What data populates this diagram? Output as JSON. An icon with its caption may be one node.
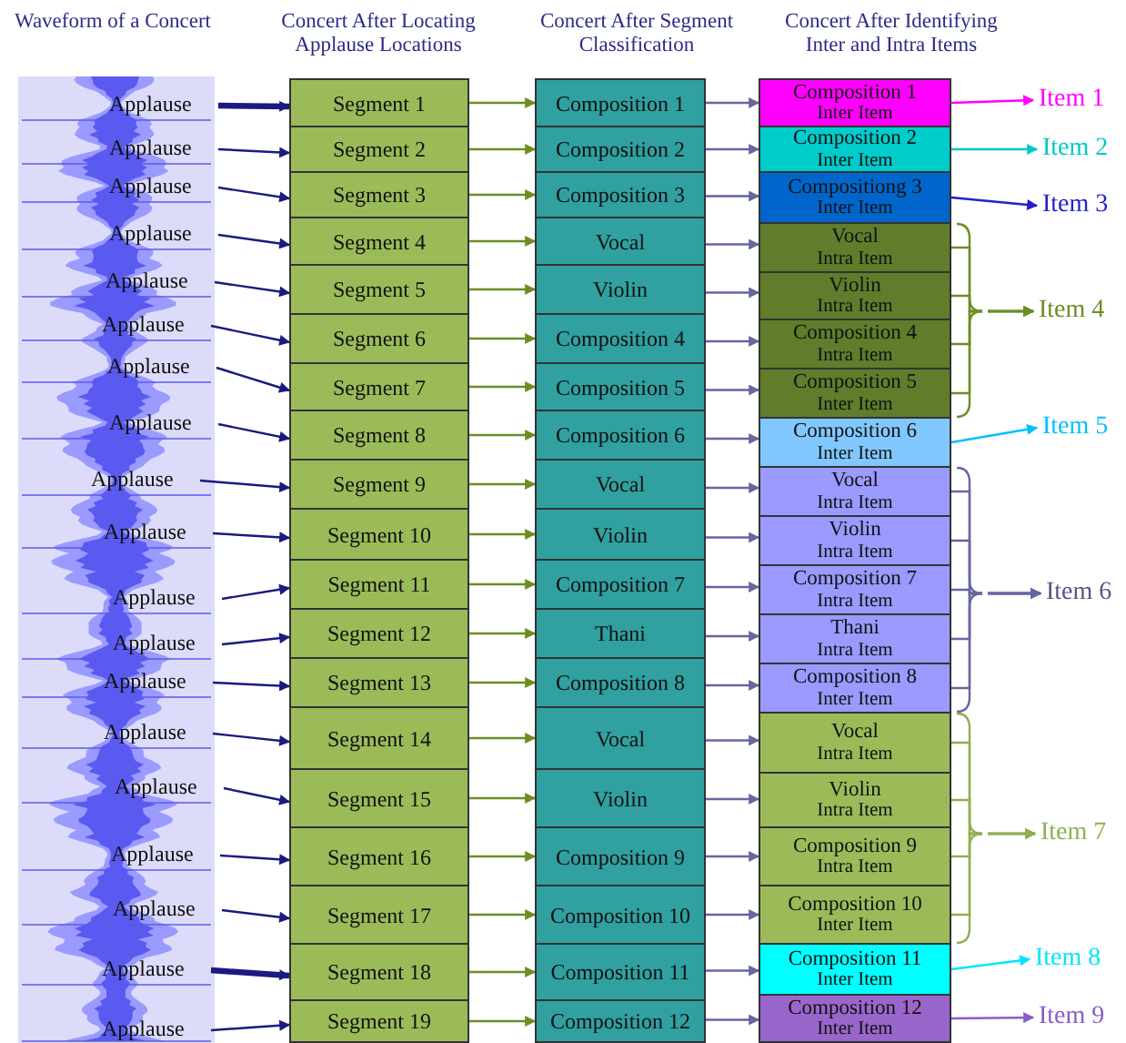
{
  "diagram": {
    "nodes": [
      {
        "text": [
          "Applause"
        ]
      },
      {
        "text": [
          "Applause"
        ]
      },
      {
        "text": [
          "Applause"
        ]
      },
      {
        "text": [
          "Applause"
        ]
      },
      {
        "text": [
          "Applause"
        ]
      },
      {
        "text": [
          "Applause"
        ]
      },
      {
        "text": [
          "Applause"
        ]
      },
      {
        "text": [
          "Applause"
        ]
      },
      {
        "text": [
          "Applause"
        ]
      },
      {
        "text": [
          "Applause"
        ]
      },
      {
        "text": [
          "Applause"
        ]
      },
      {
        "text": [
          "Applause"
        ]
      },
      {
        "text": [
          "Applause"
        ]
      },
      {
        "text": [
          "Applause"
        ]
      },
      {
        "text": [
          "Applause"
        ]
      },
      {
        "text": [
          "Applause"
        ]
      },
      {
        "text": [
          "Applause"
        ]
      },
      {
        "text": [
          "Applause"
        ]
      },
      {
        "text": [
          "Applause"
        ]
      },
      {
        "text": [
          "Segment 1"
        ]
      },
      {
        "text": [
          "Segment 2"
        ]
      },
      {
        "text": [
          "Segment 3"
        ]
      },
      {
        "text": [
          "Segment 4"
        ]
      },
      {
        "text": [
          "Segment 5"
        ]
      },
      {
        "text": [
          "Segment 6"
        ]
      },
      {
        "text": [
          "Segment 7"
        ]
      },
      {
        "text": [
          "Segment 8"
        ]
      },
      {
        "text": [
          "Segment 9"
        ]
      },
      {
        "text": [
          "Segment 10"
        ]
      },
      {
        "text": [
          "Segment 11"
        ]
      },
      {
        "text": [
          "Segment 12"
        ]
      },
      {
        "text": [
          "Segment 13"
        ]
      },
      {
        "text": [
          "Segment 14"
        ]
      },
      {
        "text": [
          "Segment 15"
        ]
      },
      {
        "text": [
          "Segment 16"
        ]
      },
      {
        "text": [
          "Segment 17"
        ]
      },
      {
        "text": [
          "Segment 18"
        ]
      },
      {
        "text": [
          "Segment 19"
        ]
      },
      {
        "text": [
          "Composition 1"
        ]
      },
      {
        "text": [
          "Composition 2"
        ]
      },
      {
        "text": [
          "Composition 3"
        ]
      },
      {
        "text": [
          "Vocal"
        ]
      },
      {
        "text": [
          "Violin"
        ]
      },
      {
        "text": [
          "Composition 4"
        ]
      },
      {
        "text": [
          "Composition 5"
        ]
      },
      {
        "text": [
          "Composition 6"
        ]
      },
      {
        "text": [
          "Vocal"
        ]
      },
      {
        "text": [
          "Violin"
        ]
      },
      {
        "text": [
          "Composition 7"
        ]
      },
      {
        "text": [
          "Thani"
        ]
      },
      {
        "text": [
          "Composition 8"
        ]
      },
      {
        "text": [
          "Vocal"
        ]
      },
      {
        "text": [
          "Violin"
        ]
      },
      {
        "text": [
          "Composition 9"
        ]
      },
      {
        "text": [
          "Composition 10"
        ]
      },
      {
        "text": [
          "Composition 11"
        ]
      },
      {
        "text": [
          "Composition 12"
        ]
      },
      {
        "text": [
          "Composition 1",
          "Inter Item"
        ]
      },
      {
        "text": [
          "Composition 2",
          "Inter Item"
        ]
      },
      {
        "text": [
          "Compositiong 3",
          "Inter Item"
        ]
      },
      {
        "text": [
          "Vocal",
          "Intra Item"
        ]
      },
      {
        "text": [
          "Violin",
          "Intra Item"
        ]
      },
      {
        "text": [
          "Composition 4",
          "Intra Item"
        ]
      },
      {
        "text": [
          "Composition 5",
          "Inter Item"
        ]
      },
      {
        "text": [
          "Composition 6",
          "Inter Item"
        ]
      },
      {
        "text": [
          "Vocal",
          "Intra Item"
        ]
      },
      {
        "text": [
          "Violin",
          "Intra Item"
        ]
      },
      {
        "text": [
          "Composition 7",
          "Intra Item"
        ]
      },
      {
        "text": [
          "Thani",
          "Intra Item"
        ]
      },
      {
        "text": [
          "Composition 8",
          "Inter Item"
        ]
      },
      {
        "text": [
          "Vocal",
          "Intra Item"
        ]
      },
      {
        "text": [
          "Violin",
          "Intra Item"
        ]
      },
      {
        "text": [
          "Composition 9",
          "Intra Item"
        ]
      },
      {
        "text": [
          "Composition 10",
          "Inter Item"
        ]
      },
      {
        "text": [
          "Composition 11",
          "Inter Item"
        ]
      },
      {
        "text": [
          "Composition 12",
          "Inter Item"
        ]
      },
      {
        "text": [
          "Item 1"
        ]
      },
      {
        "text": [
          "Item 2"
        ]
      },
      {
        "text": [
          "Item 3"
        ]
      },
      {
        "text": [
          "Item 4"
        ]
      },
      {
        "text": [
          "Item 5"
        ]
      },
      {
        "text": [
          "Item 6"
        ]
      },
      {
        "text": [
          "Item 7"
        ]
      },
      {
        "text": [
          "Item 8"
        ]
      },
      {
        "text": [
          "Item 9"
        ]
      }
    ],
    "edges": [
      {
        "from": 0,
        "to": 19,
        "arrow": "to",
        "color": "#1a1a80",
        "style": "thick"
      },
      {
        "from": 1,
        "to": 20,
        "arrow": "to",
        "color": "#1a1a80"
      },
      {
        "from": 2,
        "to": 21,
        "arrow": "to",
        "color": "#1a1a80"
      },
      {
        "from": 3,
        "to": 22,
        "arrow": "to",
        "color": "#1a1a80"
      },
      {
        "from": 4,
        "to": 23,
        "arrow": "to",
        "color": "#1a1a80"
      },
      {
        "from": 5,
        "to": 24,
        "arrow": "to",
        "color": "#1a1a80"
      },
      {
        "from": 6,
        "to": 25,
        "arrow": "to",
        "color": "#1a1a80"
      },
      {
        "from": 7,
        "to": 26,
        "arrow": "to",
        "color": "#1a1a80"
      },
      {
        "from": 8,
        "to": 27,
        "arrow": "to",
        "color": "#1a1a80"
      },
      {
        "from": 9,
        "to": 28,
        "arrow": "to",
        "color": "#1a1a80"
      },
      {
        "from": 10,
        "to": 29,
        "arrow": "to",
        "color": "#1a1a80"
      },
      {
        "from": 11,
        "to": 30,
        "arrow": "to",
        "color": "#1a1a80"
      },
      {
        "from": 12,
        "to": 31,
        "arrow": "to",
        "color": "#1a1a80"
      },
      {
        "from": 13,
        "to": 32,
        "arrow": "to",
        "color": "#1a1a80"
      },
      {
        "from": 14,
        "to": 33,
        "arrow": "to",
        "color": "#1a1a80"
      },
      {
        "from": 15,
        "to": 34,
        "arrow": "to",
        "color": "#1a1a80"
      },
      {
        "from": 16,
        "to": 35,
        "arrow": "to",
        "color": "#1a1a80"
      },
      {
        "from": 17,
        "to": 36,
        "arrow": "to",
        "color": "#1a1a80",
        "style": "thick"
      },
      {
        "from": 18,
        "to": 37,
        "arrow": "to",
        "color": "#1a1a80"
      },
      {
        "from": 19,
        "to": 38,
        "arrow": "to",
        "color": "#6b8e23"
      },
      {
        "from": 20,
        "to": 39,
        "arrow": "to",
        "color": "#6b8e23"
      },
      {
        "from": 21,
        "to": 40,
        "arrow": "to",
        "color": "#6b8e23"
      },
      {
        "from": 22,
        "to": 41,
        "arrow": "to",
        "color": "#6b8e23"
      },
      {
        "from": 23,
        "to": 42,
        "arrow": "to",
        "color": "#6b8e23"
      },
      {
        "from": 24,
        "to": 43,
        "arrow": "to",
        "color": "#6b8e23"
      },
      {
        "from": 25,
        "to": 44,
        "arrow": "to",
        "color": "#6b8e23"
      },
      {
        "from": 26,
        "to": 45,
        "arrow": "to",
        "color": "#6b8e23"
      },
      {
        "from": 27,
        "to": 46,
        "arrow": "to",
        "color": "#6b8e23"
      },
      {
        "from": 28,
        "to": 47,
        "arrow": "to",
        "color": "#6b8e23"
      },
      {
        "from": 29,
        "to": 48,
        "arrow": "to",
        "color": "#6b8e23"
      },
      {
        "from": 30,
        "to": 49,
        "arrow": "to",
        "color": "#6b8e23"
      },
      {
        "from": 31,
        "to": 50,
        "arrow": "to",
        "color": "#6b8e23"
      },
      {
        "from": 32,
        "to": 51,
        "arrow": "to",
        "color": "#6b8e23"
      },
      {
        "from": 33,
        "to": 52,
        "arrow": "to",
        "color": "#6b8e23"
      },
      {
        "from": 34,
        "to": 53,
        "arrow": "to",
        "color": "#6b8e23"
      },
      {
        "from": 35,
        "to": 54,
        "arrow": "to",
        "color": "#6b8e23"
      },
      {
        "from": 36,
        "to": 55,
        "arrow": "to",
        "color": "#6b8e23"
      },
      {
        "from": 37,
        "to": 56,
        "arrow": "to",
        "color": "#6b8e23"
      },
      {
        "from": 38,
        "to": 57,
        "arrow": "to"
      },
      {
        "from": 39,
        "to": 58,
        "arrow": "to"
      },
      {
        "from": 40,
        "to": 59,
        "arrow": "to"
      },
      {
        "from": 41,
        "to": 60,
        "arrow": "to"
      },
      {
        "from": 42,
        "to": 61,
        "arrow": "to"
      },
      {
        "from": 43,
        "to": 62,
        "arrow": "to"
      },
      {
        "from": 44,
        "to": 63,
        "arrow": "to"
      },
      {
        "from": 45,
        "to": 64,
        "arrow": "to"
      },
      {
        "from": 46,
        "to": 65,
        "arrow": "to"
      },
      {
        "from": 47,
        "to": 66,
        "arrow": "to"
      },
      {
        "from": 48,
        "to": 67,
        "arrow": "to"
      },
      {
        "from": 49,
        "to": 68,
        "arrow": "to"
      },
      {
        "from": 50,
        "to": 69,
        "arrow": "to"
      },
      {
        "from": 51,
        "to": 70,
        "arrow": "to"
      },
      {
        "from": 52,
        "to": 71,
        "arrow": "to"
      },
      {
        "from": 53,
        "to": 72,
        "arrow": "to"
      },
      {
        "from": 54,
        "to": 73,
        "arrow": "to"
      },
      {
        "from": 55,
        "to": 74,
        "arrow": "to"
      },
      {
        "from": 56,
        "to": 75,
        "arrow": "to"
      },
      {
        "from": 57,
        "to": 76,
        "arrow": "to",
        "color": "#ff00ff"
      },
      {
        "from": 58,
        "to": 77,
        "arrow": "to",
        "color": "#00c8c8"
      },
      {
        "from": 59,
        "to": 78,
        "arrow": "to",
        "color": "#2222cc"
      },
      {
        "from": 60,
        "to": 79,
        "arrow": "to",
        "color": "#6b8e23"
      },
      {
        "from": 61,
        "to": 79,
        "arrow": "to",
        "color": "#6b8e23"
      },
      {
        "from": 62,
        "to": 79,
        "arrow": "to",
        "color": "#6b8e23"
      },
      {
        "from": 63,
        "to": 79,
        "arrow": "to",
        "color": "#6b8e23"
      },
      {
        "from": 64,
        "to": 80,
        "arrow": "to",
        "color": "#00bfff"
      },
      {
        "from": 65,
        "to": 81,
        "arrow": "to"
      },
      {
        "from": 66,
        "to": 81,
        "arrow": "to"
      },
      {
        "from": 67,
        "to": 81,
        "arrow": "to"
      },
      {
        "from": 68,
        "to": 81,
        "arrow": "to"
      },
      {
        "from": 69,
        "to": 81,
        "arrow": "to"
      },
      {
        "from": 70,
        "to": 82,
        "arrow": "to",
        "color": "#8fb050"
      },
      {
        "from": 71,
        "to": 82,
        "arrow": "to",
        "color": "#8fb050"
      },
      {
        "from": 72,
        "to": 82,
        "arrow": "to",
        "color": "#8fb050"
      },
      {
        "from": 73,
        "to": 82,
        "arrow": "to",
        "color": "#8fb050"
      },
      {
        "from": 74,
        "to": 83,
        "arrow": "to",
        "color": "#00e5ff"
      },
      {
        "from": 75,
        "to": 84,
        "arrow": "to",
        "color": "#8a5cc8"
      }
    ],
    "labels": [
      "Waveform of a Concert",
      "Concert After Locating Applause Locations",
      "Concert After Segment Classification",
      "Concert After Identifying Inter and Intra Items"
    ]
  }
}
